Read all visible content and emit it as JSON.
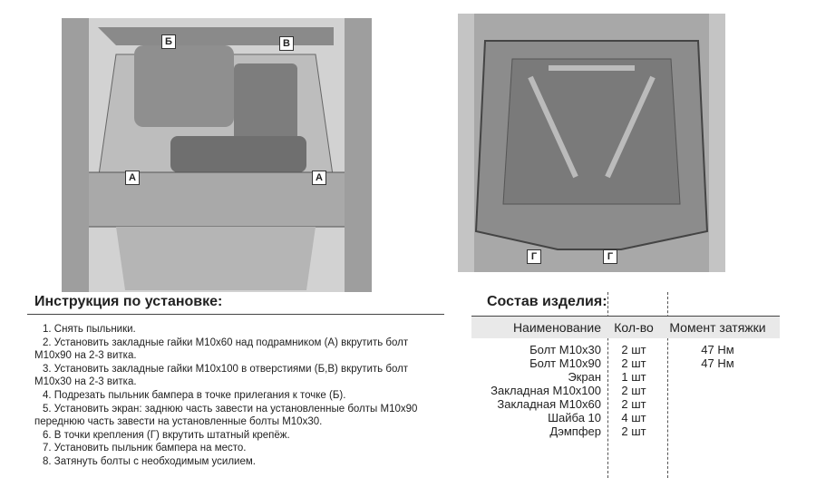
{
  "figures": {
    "left": {
      "labels": [
        "Б",
        "В",
        "А",
        "А"
      ]
    },
    "right": {
      "labels": [
        "Г",
        "Г"
      ]
    }
  },
  "instructions": {
    "title": "Инструкция по установке:",
    "steps": [
      "1. Снять пыльники.",
      "2. Установить закладные гайки М10х60 над подрамником (А) вкрутить болт М10х90 на 2-3 витка.",
      "3. Установить закладные гайки М10х100 в отверстиями (Б,В) вкрутить болт М10х30 на 2-3 витка.",
      "4. Подрезать пыльник бампера в точке прилегания к точке (Б).",
      "5. Установить экран: заднюю часть завести на установленные болты М10х90 переднюю часть завести на установленные болты М10х30.",
      "6. В точки крепления (Г) вкрутить штатный крепёж.",
      "7. Установить пыльник бампера на место.",
      "8. Затянуть болты с необходимым усилием."
    ]
  },
  "composition": {
    "title": "Состав изделия:",
    "headers": [
      "Наименование",
      "Кол-во",
      "Момент затяжки"
    ],
    "rows": [
      [
        "Болт М10х30",
        "2 шт",
        "47 Нм"
      ],
      [
        "Болт М10х90",
        "2 шт",
        "47 Нм"
      ],
      [
        "Экран",
        "1 шт",
        ""
      ],
      [
        "Закладная М10х100",
        "2 шт",
        ""
      ],
      [
        "Закладная М10х60",
        "2 шт",
        ""
      ],
      [
        "Шайба 10",
        "4 шт",
        ""
      ],
      [
        "Дэмпфер",
        "2 шт",
        ""
      ]
    ]
  }
}
